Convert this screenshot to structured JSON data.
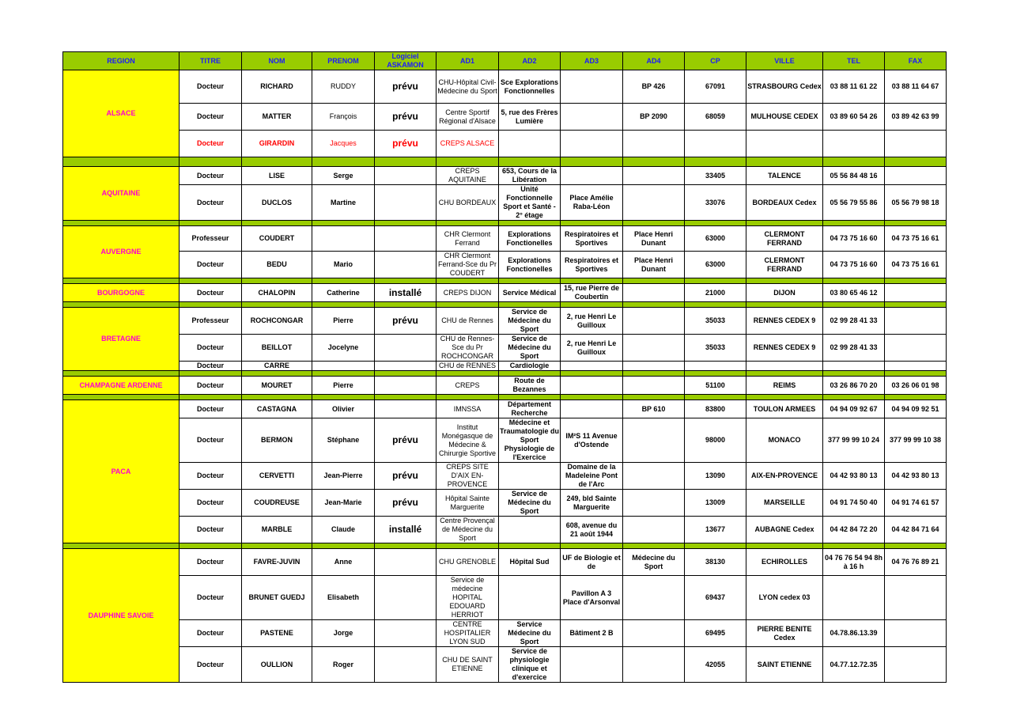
{
  "headers": [
    "REGION",
    "TITRE",
    "NOM",
    "PRENOM",
    "Logiciel ASKAMON",
    "AD1",
    "AD2",
    "AD3",
    "AD4",
    "CP",
    "VILLE",
    "TEL",
    "FAX"
  ],
  "rows": [
    [
      "ALSACE",
      "Docteur",
      "RICHARD",
      "RUDDY",
      "prévu",
      "CHU-Hôpital Civil-Médecine du Sport",
      "Sce Explorations Fonctionnelles",
      "",
      "BP 426",
      "67091",
      "STRASBOURG Cedex",
      "03 88 11 61 22",
      "03 88 11 64 67"
    ],
    [
      "",
      "Docteur",
      "MATTER",
      "François",
      "prévu",
      "Centre Sportif Régional d'Alsace",
      "5, rue des Frères Lumière",
      "",
      "BP 2090",
      "68059",
      "MULHOUSE CEDEX",
      "03 89 60 54 26",
      "03 89 42 63 99"
    ],
    [
      "",
      "Docteur",
      "GIRARDIN",
      "Jacques",
      "prévu",
      "CREPS ALSACE",
      "",
      "",
      "",
      "",
      "",
      "",
      ""
    ],
    [
      "AQUITAINE",
      "Docteur",
      "LISE",
      "Serge",
      "",
      "CREPS AQUITAINE",
      "653, Cours de la Libération",
      "",
      "",
      "33405",
      "TALENCE",
      "05 56 84 48 16",
      ""
    ],
    [
      "",
      "Docteur",
      "DUCLOS",
      "Martine",
      "",
      "CHU BORDEAUX",
      "Unité Fonctionnelle Sport et Santé - 2° étage",
      "Place Amélie Raba-Léon",
      "",
      "33076",
      "BORDEAUX Cedex",
      "05 56 79 55 86",
      "05 56 79 98 18"
    ],
    [
      "AUVERGNE",
      "Professeur",
      "COUDERT",
      "",
      "",
      "CHR Clermont Ferrand",
      "Explorations Fonctionelles",
      "Respiratoires et Sportives",
      "Place Henri Dunant",
      "63000",
      "CLERMONT FERRAND",
      "04 73 75 16 60",
      "04 73 75 16 61"
    ],
    [
      "",
      "Docteur",
      "BEDU",
      "Mario",
      "",
      "CHR Clermont Ferrand-Sce du Pr COUDERT",
      "Explorations Fonctionelles",
      "Respiratoires et Sportives",
      "Place Henri Dunant",
      "63000",
      "CLERMONT FERRAND",
      "04 73 75 16 60",
      "04 73 75 16 61"
    ],
    [
      "BOURGOGNE",
      "Docteur",
      "CHALOPIN",
      "Catherine",
      "installé",
      "CREPS DIJON",
      "Service Médical",
      "15, rue Pierre de Coubertin",
      "",
      "21000",
      "DIJON",
      "03 80 65 46 12",
      ""
    ],
    [
      "BRETAGNE",
      "Professeur",
      "ROCHCONGAR",
      "Pierre",
      "prévu",
      "CHU de Rennes",
      "Service de Médecine du Sport",
      "2, rue Henri Le Guilloux",
      "",
      "35033",
      "RENNES CEDEX 9",
      "02 99 28 41 33",
      ""
    ],
    [
      "",
      "Docteur",
      "BEILLOT",
      "Jocelyne",
      "",
      "CHU de Rennes-Sce du Pr ROCHCONGAR",
      "Service de Médecine du Sport",
      "2, rue Henri Le Guilloux",
      "",
      "35033",
      "RENNES CEDEX 9",
      "02 99 28 41 33",
      ""
    ],
    [
      "",
      "Docteur",
      "CARRE",
      "",
      "",
      "CHU de RENNES",
      "Cardiologie",
      "",
      "",
      "",
      "",
      "",
      ""
    ],
    [
      "CHAMPAGNE ARDENNE",
      "Docteur",
      "MOURET",
      "Pierre",
      "",
      "CREPS",
      "Route de Bezannes",
      "",
      "",
      "51100",
      "REIMS",
      "03 26 86 70 20",
      "03 26 06 01 98"
    ],
    [
      "PACA",
      "Docteur",
      "CASTAGNA",
      "Olivier",
      "",
      "IMNSSA",
      "Département Recherche",
      "",
      "BP 610",
      "83800",
      "TOULON ARMEES",
      "04 94 09 92 67",
      "04 94 09 92 51"
    ],
    [
      "",
      "Docteur",
      "BERMON",
      "Stéphane",
      "prévu",
      "Institut Monégasque de Médecine & Chirurgie Sportive",
      "Médecine et Traumatologie du Sport Physiologie de l'Exercice",
      "IM²S 11 Avenue d'Ostende",
      "",
      "98000",
      "MONACO",
      "377 99 99 10 24",
      "377 99 99 10 38"
    ],
    [
      "",
      "Docteur",
      "CERVETTI",
      "Jean-Pierre",
      "prévu",
      "CREPS SITE D'AIX EN-PROVENCE",
      "",
      "Domaine de la Madeleine Pont de l'Arc",
      "",
      "13090",
      "AIX-EN-PROVENCE",
      "04 42 93 80 13",
      "04 42 93 80 13"
    ],
    [
      "",
      "Docteur",
      "COUDREUSE",
      "Jean-Marie",
      "prévu",
      "Hôpital Sainte Marguerite",
      "Service de Médecine du Sport",
      "249, bld Sainte Marguerite",
      "",
      "13009",
      "MARSEILLE",
      "04 91 74 50 40",
      "04 91 74 61 57"
    ],
    [
      "",
      "Docteur",
      "MARBLE",
      "Claude",
      "installé",
      "Centre Provençal de Médecine du Sport",
      "",
      "608, avenue du 21 août 1944",
      "",
      "13677",
      "AUBAGNE Cedex",
      "04 42 84 72 20",
      "04 42 84 71 64"
    ],
    [
      "DAUPHINE SAVOIE",
      "Docteur",
      "FAVRE-JUVIN",
      "Anne",
      "",
      "CHU GRENOBLE",
      "Hôpital Sud",
      "UF de Biologie et de",
      "Médecine du Sport",
      "38130",
      "ECHIROLLES",
      "04 76 76 54 94 8h à 16 h",
      "04 76 76 89 21"
    ],
    [
      "",
      "Docteur",
      "BRUNET GUEDJ",
      "Elisabeth",
      "",
      "Service de médecine HOPITAL EDOUARD HERRIOT",
      "",
      "Pavillon A 3 Place d'Arsonval",
      "",
      "69437",
      "LYON cedex 03",
      "",
      ""
    ],
    [
      "",
      "Docteur",
      "PASTENE",
      "Jorge",
      "",
      "CENTRE HOSPITALIER LYON SUD",
      "Service Médecine du Sport",
      "Bâtiment 2 B",
      "",
      "69495",
      "PIERRE BENITE Cedex",
      "04.78.86.13.39",
      ""
    ],
    [
      "",
      "Docteur",
      "OULLION",
      "Roger",
      "",
      "CHU DE SAINT ETIENNE",
      "Service de physiologie clinique et d'exercice",
      "",
      "",
      "42055",
      "SAINT ETIENNE",
      "04.77.12.72.35",
      ""
    ]
  ]
}
